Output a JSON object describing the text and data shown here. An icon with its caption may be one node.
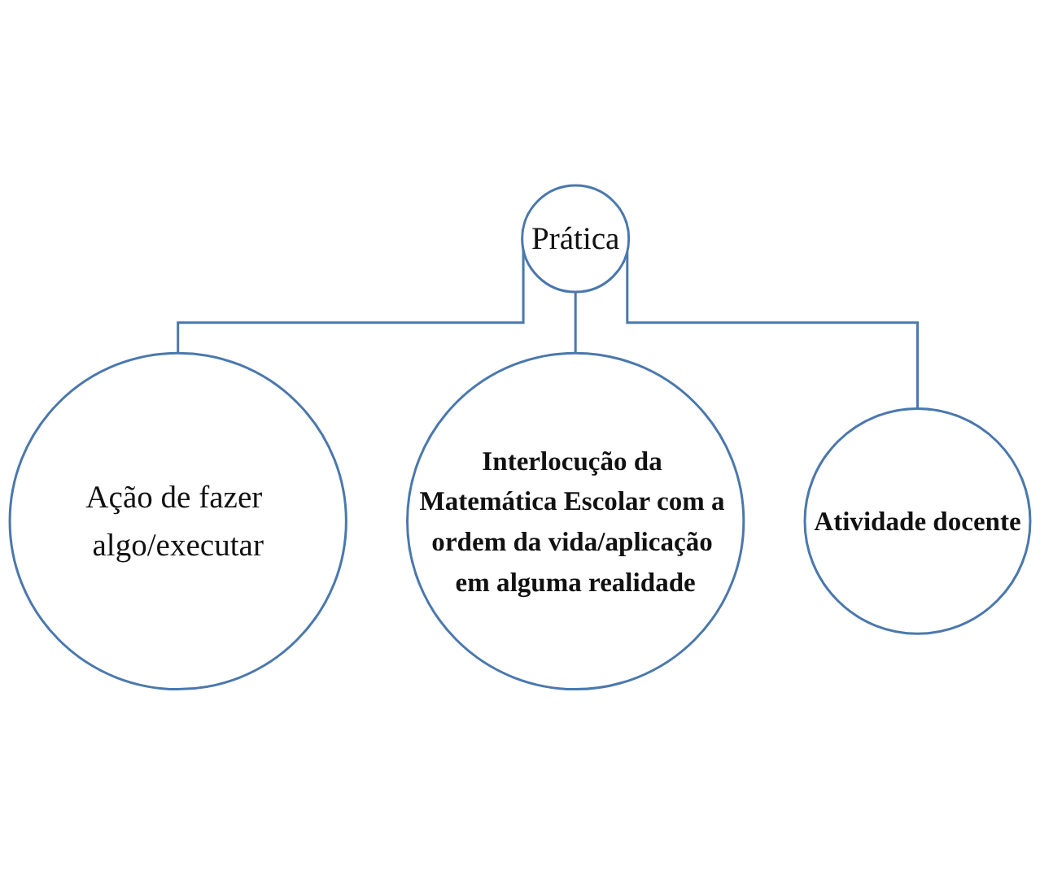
{
  "diagram": {
    "nodes": [
      {
        "text": [
          "Prática"
        ]
      },
      {
        "text": [
          "Ação de fazer algo/executar"
        ]
      },
      {
        "text": [
          "Interlocução da Matemática Escolar com a ordem da vida/aplicação em alguma realidade"
        ]
      },
      {
        "text": [
          "Atividade docente"
        ]
      }
    ],
    "edges": [
      {
        "from": 0,
        "to": 1,
        "arrow": "none"
      },
      {
        "from": 0,
        "to": 2,
        "arrow": "none"
      },
      {
        "from": 0,
        "to": 3,
        "arrow": "none"
      }
    ]
  }
}
